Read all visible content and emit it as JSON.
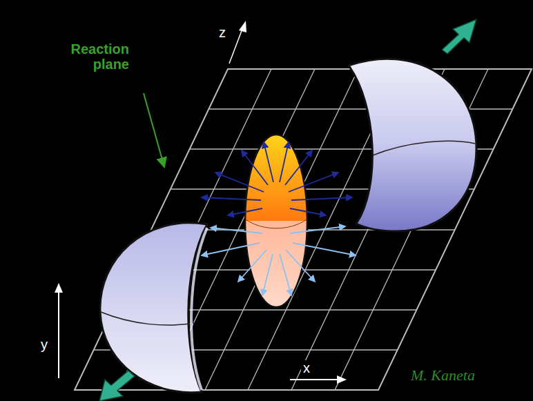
{
  "diagram": {
    "labels": [
      "Reaction plane",
      "z",
      "y",
      "x",
      "M. Kaneta"
    ]
  }
}
